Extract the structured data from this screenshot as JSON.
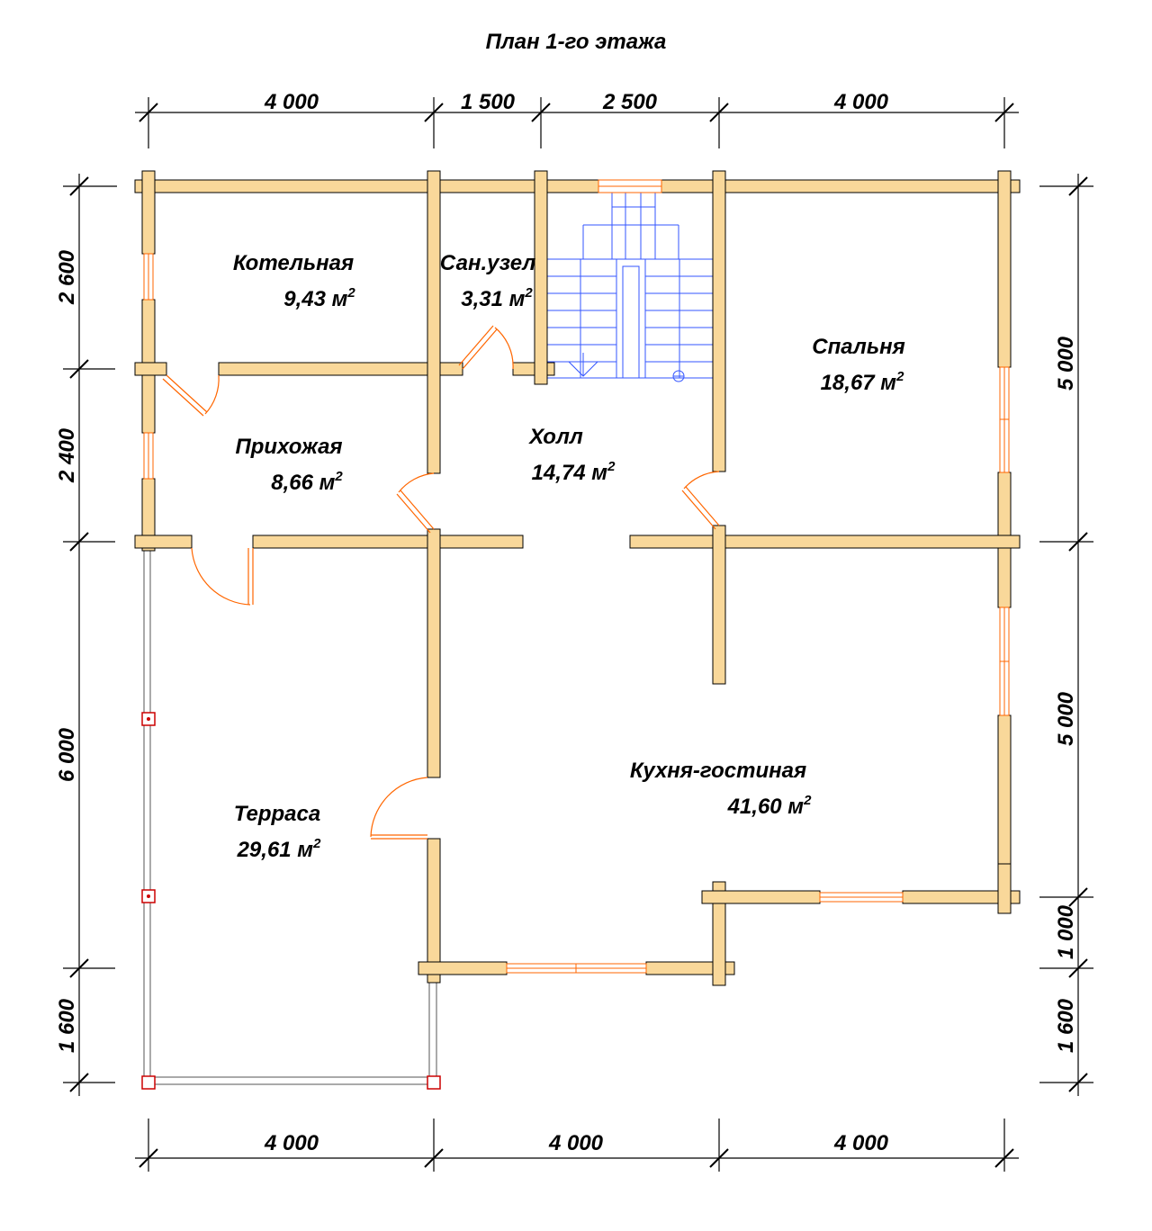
{
  "title": "План 1-го этажа",
  "colors": {
    "wall_fill": "#f9d89a",
    "wall_stroke": "#000000",
    "door": "#ff6600",
    "stair": "#3355ff",
    "post": "#cc0000",
    "dim": "#000000"
  },
  "dimensions": {
    "top": [
      "4 000",
      "1 500",
      "2 500",
      "4 000"
    ],
    "bottom": [
      "4 000",
      "4 000",
      "4 000"
    ],
    "left": [
      "2 600",
      "2 400",
      "6 000",
      "1 600"
    ],
    "right": [
      "5 000",
      "5 000",
      "1 000",
      "1 600"
    ]
  },
  "rooms": [
    {
      "name": "Котельная",
      "area": "9,43 м",
      "unit_sup": "2"
    },
    {
      "name": "Сан.узел",
      "area": "3,31 м",
      "unit_sup": "2"
    },
    {
      "name": "Спальня",
      "area": "18,67 м",
      "unit_sup": "2"
    },
    {
      "name": "Прихожая",
      "area": "8,66 м",
      "unit_sup": "2"
    },
    {
      "name": "Холл",
      "area": "14,74 м",
      "unit_sup": "2"
    },
    {
      "name": "Кухня-гостиная",
      "area": "41,60 м",
      "unit_sup": "2"
    },
    {
      "name": "Терраса",
      "area": "29,61 м",
      "unit_sup": "2"
    }
  ]
}
